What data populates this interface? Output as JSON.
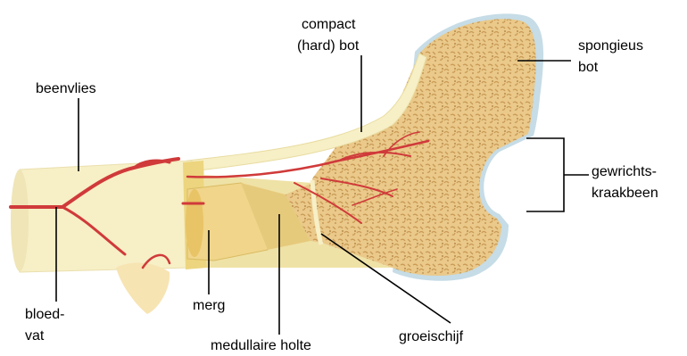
{
  "labels": {
    "compact_line1": "compact",
    "compact_line2": "(hard) bot",
    "spongy_line1": "spongieus",
    "spongy_line2": "bot",
    "periosteum": "beenvlies",
    "cartilage_line1": "gewrichts-",
    "cartilage_line2": "kraakbeen",
    "blood_vessel_line1": "bloed-",
    "blood_vessel_line2": "vat",
    "marrow": "merg",
    "medullary_cavity": "medullaire holte",
    "growth_plate": "groeischijf"
  },
  "colors": {
    "bone_surface": "#f7efc6",
    "bone_shadow": "#e8dca0",
    "spongy_fill": "#eac98a",
    "spongy_speckle": "#c99a55",
    "cartilage": "#c6dce6",
    "marrow": "#f0d58a",
    "blood_vessel": "#d03a3a",
    "leader_line": "#000000"
  }
}
